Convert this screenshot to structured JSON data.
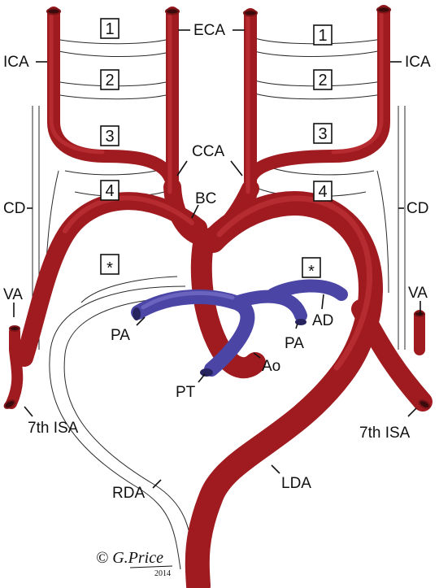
{
  "labels": {
    "eca": "ECA",
    "ica_left": "ICA",
    "ica_right": "ICA",
    "cca": "CCA",
    "bc": "BC",
    "cd_left": "CD",
    "cd_right": "CD",
    "va_left": "VA",
    "va_right": "VA",
    "pa_left": "PA",
    "pa_right": "PA",
    "ad": "AD",
    "ao": "Ao",
    "pt": "PT",
    "isa_left": "7th ISA",
    "isa_right": "7th ISA",
    "rda": "RDA",
    "lda": "LDA"
  },
  "arch_boxes": {
    "left": [
      "1",
      "2",
      "3",
      "4",
      "*"
    ],
    "right": [
      "1",
      "2",
      "3",
      "4",
      "*"
    ]
  },
  "signature": {
    "name": "© G.Price",
    "year": "2014"
  },
  "colors": {
    "artery": "#a01b1f",
    "artery_highlight": "#c9393c",
    "pulmonary": "#4b46a6",
    "ductus": "#7a3aa0",
    "line": "#2a2a2a"
  }
}
